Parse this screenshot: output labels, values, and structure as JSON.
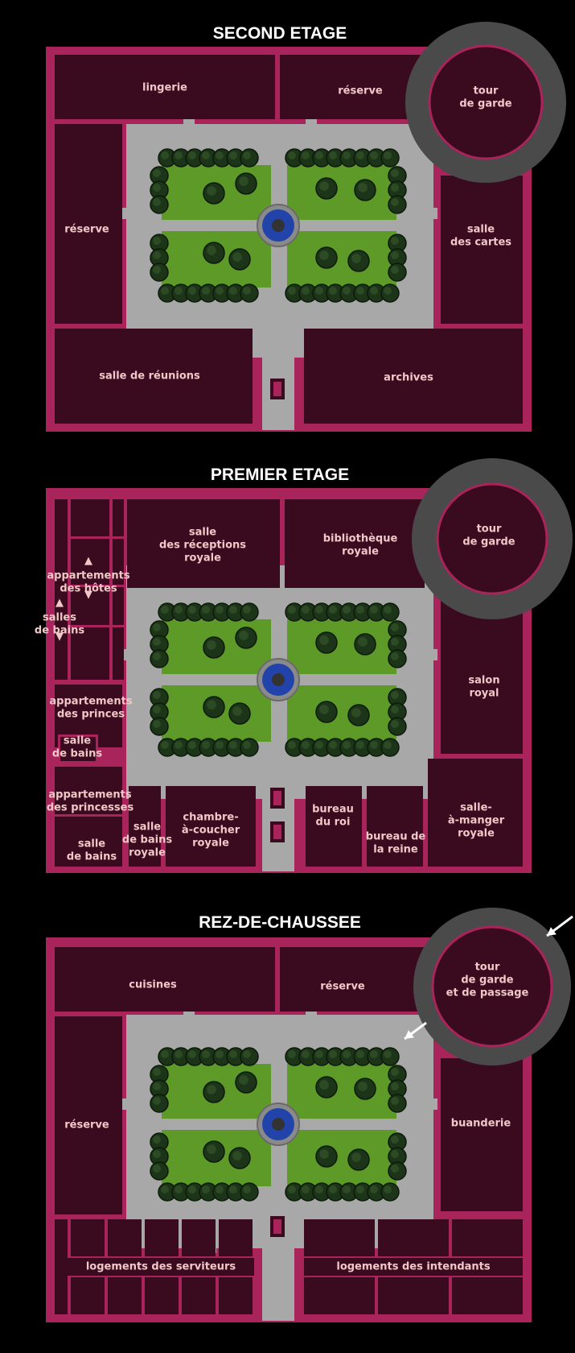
{
  "colors": {
    "background": "#000000",
    "wall": "#a8245a",
    "room": "#3a0a1e",
    "courtyard": "#a8a8a8",
    "lawn": "#5e9a28",
    "tree": "#1c3418",
    "fountain": "#2244aa",
    "tower_ring": "#4a4a4a",
    "label": "#f0c8c8",
    "title": "#ffffff",
    "arrow": "#ffffff"
  },
  "floors": [
    {
      "id": "second",
      "title": "SECOND ETAGE",
      "rooms": [
        {
          "id": "lingerie",
          "lines": [
            "lingerie"
          ]
        },
        {
          "id": "reserve-top",
          "lines": [
            "réserve"
          ]
        },
        {
          "id": "tour",
          "lines": [
            "tour",
            "de garde"
          ]
        },
        {
          "id": "reserve-left",
          "lines": [
            "réserve"
          ]
        },
        {
          "id": "salle-cartes",
          "lines": [
            "salle",
            "des cartes"
          ]
        },
        {
          "id": "salle-reunions",
          "lines": [
            "salle de réunions"
          ]
        },
        {
          "id": "archives",
          "lines": [
            "archives"
          ]
        }
      ]
    },
    {
      "id": "premier",
      "title": "PREMIER ETAGE",
      "rooms": [
        {
          "id": "receptions",
          "lines": [
            "salle",
            "des réceptions",
            "royale"
          ]
        },
        {
          "id": "bibliotheque",
          "lines": [
            "bibliothèque",
            "royale"
          ]
        },
        {
          "id": "tour",
          "lines": [
            "tour",
            "de garde"
          ]
        },
        {
          "id": "appart-hotes",
          "lines": [
            "appartements",
            "des hôtes"
          ]
        },
        {
          "id": "salles-bains",
          "lines": [
            "salles",
            "de bains"
          ]
        },
        {
          "id": "salon-royal",
          "lines": [
            "salon",
            "royal"
          ]
        },
        {
          "id": "appart-princes",
          "lines": [
            "appartements",
            "des princes"
          ]
        },
        {
          "id": "salle-bains-1",
          "lines": [
            "salle",
            "de bains"
          ]
        },
        {
          "id": "appart-princesses",
          "lines": [
            "appartements",
            "des princesses"
          ]
        },
        {
          "id": "salle-bains-2",
          "lines": [
            "salle",
            "de bains"
          ]
        },
        {
          "id": "salle-bains-royale",
          "lines": [
            "salle",
            "de bains",
            "royale"
          ]
        },
        {
          "id": "chambre",
          "lines": [
            "chambre-",
            "à-coucher",
            "royale"
          ]
        },
        {
          "id": "bureau-roi",
          "lines": [
            "bureau",
            "du roi"
          ]
        },
        {
          "id": "bureau-reine",
          "lines": [
            "bureau de",
            "la reine"
          ]
        },
        {
          "id": "salle-manger",
          "lines": [
            "salle-",
            "à-manger",
            "royale"
          ]
        }
      ]
    },
    {
      "id": "rez",
      "title": "REZ-DE-CHAUSSEE",
      "rooms": [
        {
          "id": "cuisines",
          "lines": [
            "cuisines"
          ]
        },
        {
          "id": "reserve-top",
          "lines": [
            "réserve"
          ]
        },
        {
          "id": "tour",
          "lines": [
            "tour",
            "de garde",
            "et de passage"
          ]
        },
        {
          "id": "reserve-left",
          "lines": [
            "réserve"
          ]
        },
        {
          "id": "buanderie",
          "lines": [
            "buanderie"
          ]
        },
        {
          "id": "logements-serviteurs",
          "lines": [
            "logements des serviteurs"
          ]
        },
        {
          "id": "logements-intendants",
          "lines": [
            "logements des intendants"
          ]
        }
      ]
    }
  ]
}
